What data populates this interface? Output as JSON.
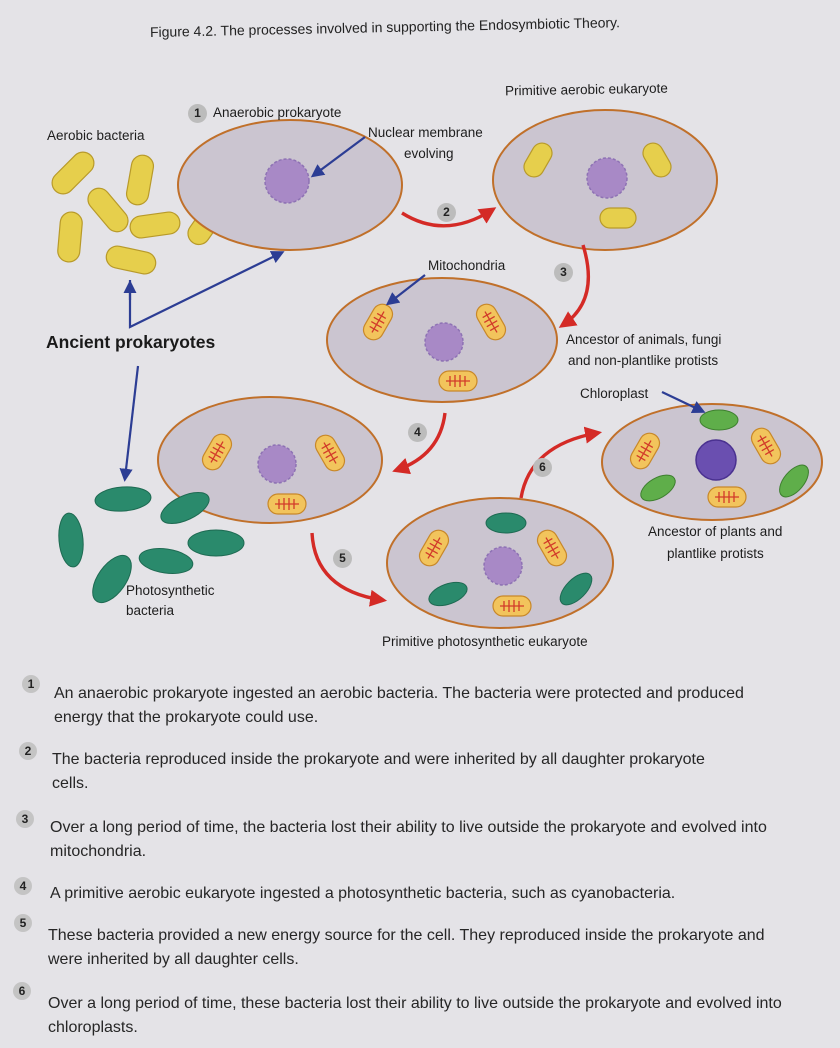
{
  "figure": {
    "title": "Figure 4.2. The processes involved in supporting the Endosymbiotic Theory."
  },
  "labels": {
    "aerobic_bacteria": "Aerobic bacteria",
    "anaerobic_prokaryote": "Anaerobic prokaryote",
    "nuclear_membrane_line1": "Nuclear membrane",
    "nuclear_membrane_line2": "evolving",
    "primitive_aerobic_eukaryote": "Primitive aerobic eukaryote",
    "mitochondria": "Mitochondria",
    "ancient_prokaryotes": "Ancient prokaryotes",
    "ancestor_animals_line1": "Ancestor of animals, fungi",
    "ancestor_animals_line2": "and non-plantlike protists",
    "chloroplast": "Chloroplast",
    "ancestor_plants_line1": "Ancestor of plants and",
    "ancestor_plants_line2": "plantlike protists",
    "photosynthetic_line1": "Photosynthetic",
    "photosynthetic_line2": "bacteria",
    "primitive_photosynthetic_eukaryote": "Primitive photosynthetic eukaryote"
  },
  "diagram_numbers": [
    "1",
    "2",
    "3",
    "4",
    "5",
    "6"
  ],
  "steps": [
    {
      "number": "1",
      "text": "An anaerobic prokaryote ingested an aerobic bacteria. The bacteria were protected and produced energy that the prokaryote could use."
    },
    {
      "number": "2",
      "text": "The bacteria reproduced inside the prokaryote and were inherited by all daughter prokaryote cells."
    },
    {
      "number": "3",
      "text": "Over a long period of time, the bacteria lost their ability to live outside the prokaryote and evolved into mitochondria."
    },
    {
      "number": "4",
      "text": "A primitive aerobic eukaryote ingested a photosynthetic bacteria, such as cyanobacteria."
    },
    {
      "number": "5",
      "text": "These bacteria provided a new energy source for the cell. They reproduced inside the prokaryote and were inherited by all daughter cells."
    },
    {
      "number": "6",
      "text": "Over a long period of time, these bacteria lost their ability to live outside the prokaryote and evolved into chloroplasts."
    }
  ],
  "colors": {
    "cell_fill": "#cbc5d0",
    "cell_outline": "#c0702a",
    "nucleus": "#a889c6",
    "nucleus_dark": "#6a4fb0",
    "aerobic_bacteria": "#e6cf4c",
    "photosynthetic_bacteria": "#2a8a6c",
    "arrow_red": "#d42a26",
    "arrow_blue": "#2c3d94"
  }
}
